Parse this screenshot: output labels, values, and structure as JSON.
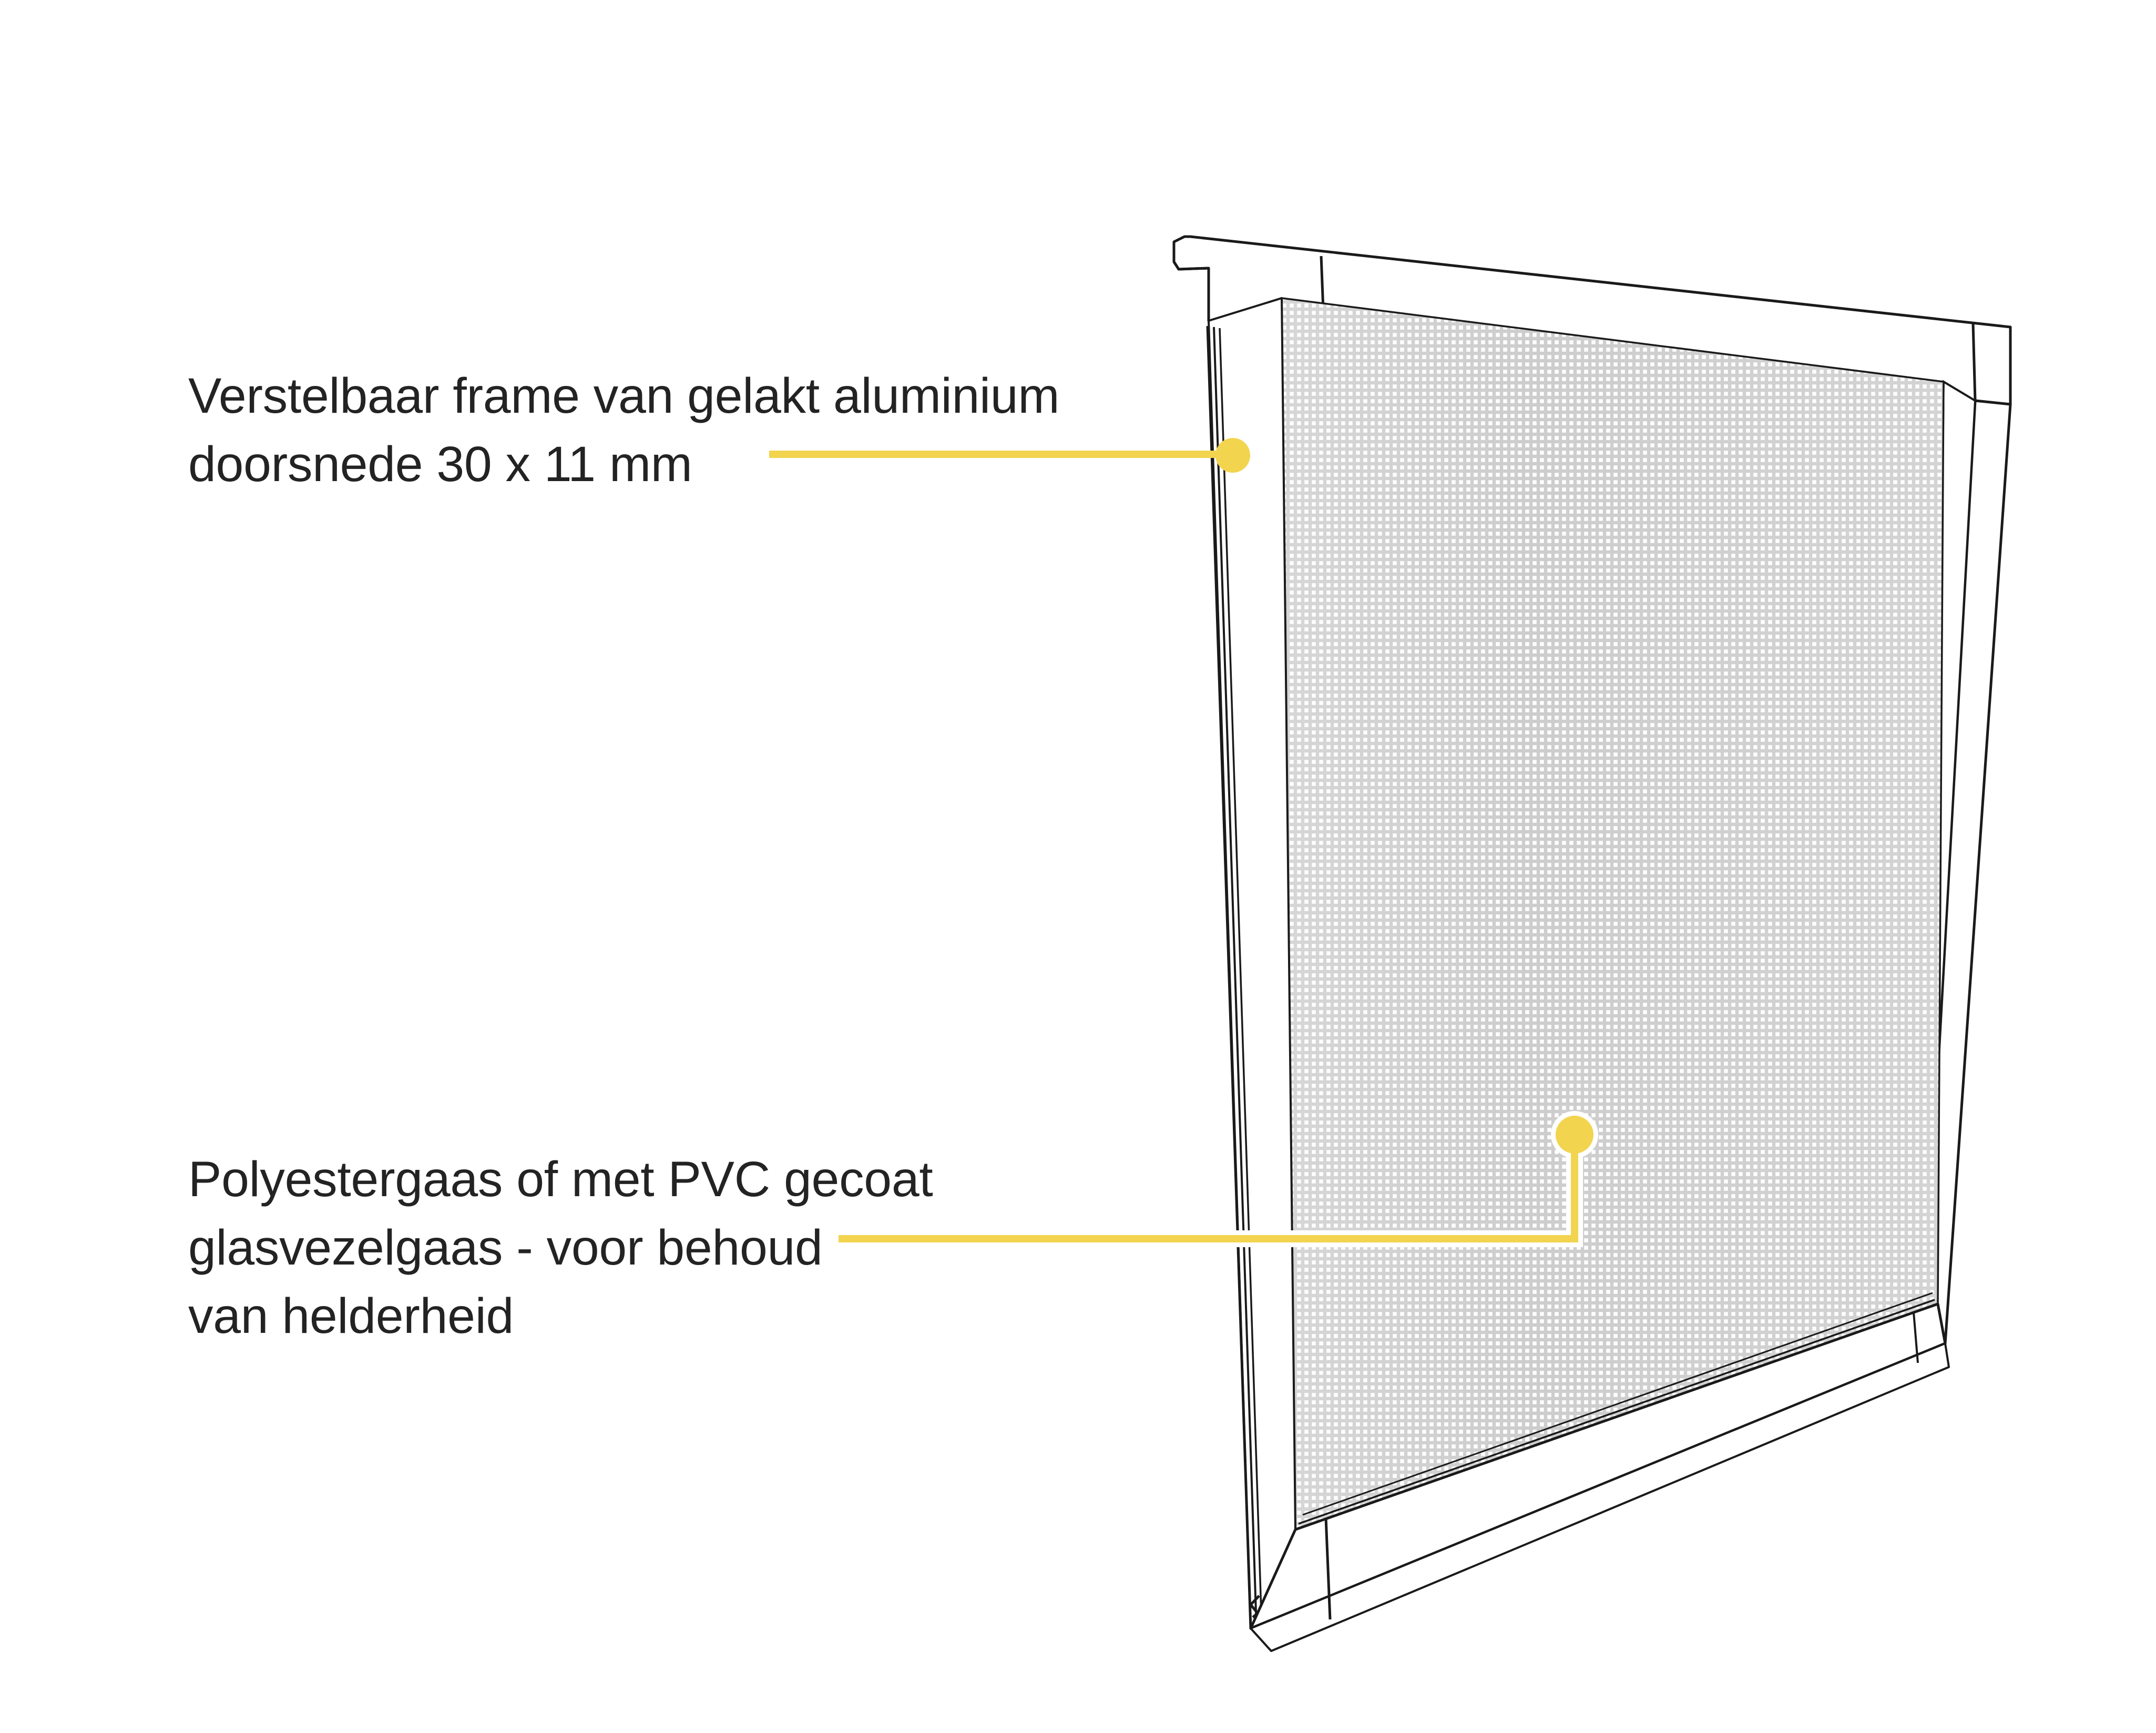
{
  "illustration": {
    "subject": "insect-screen-frame",
    "view": "three-quarter-perspective-line-drawing",
    "background_color": "#FFFFFF",
    "line_color": "#1A1A1A",
    "mesh_fill_color": "#CCCCCC",
    "mesh_hole_color": "#FFFFFF",
    "accent_color": "#F2D44E",
    "text_color": "#232323"
  },
  "callouts": [
    {
      "id": "frame",
      "target": "aluminium-frame-profile",
      "lines": [
        "Verstelbaar frame van gelakt aluminium",
        "doorsnede 30 x 11 mm"
      ],
      "text": "Verstelbaar frame van gelakt aluminium\ndoorsnede 30 x 11 mm",
      "leader_style": "straight",
      "dot_color": "#F2D44E"
    },
    {
      "id": "mesh",
      "target": "screen-mesh-fabric",
      "lines": [
        "Polyestergaas of met PVC gecoat",
        "glasvezelgaas - voor behoud",
        "van helderheid"
      ],
      "text": "Polyestergaas of met PVC gecoat\nglasvezelgaas - voor behoud\nvan helderheid",
      "leader_style": "elbow",
      "dot_color": "#F2D44E"
    }
  ],
  "dimensions": {
    "profile_cross_section": "30 x 11 mm"
  }
}
